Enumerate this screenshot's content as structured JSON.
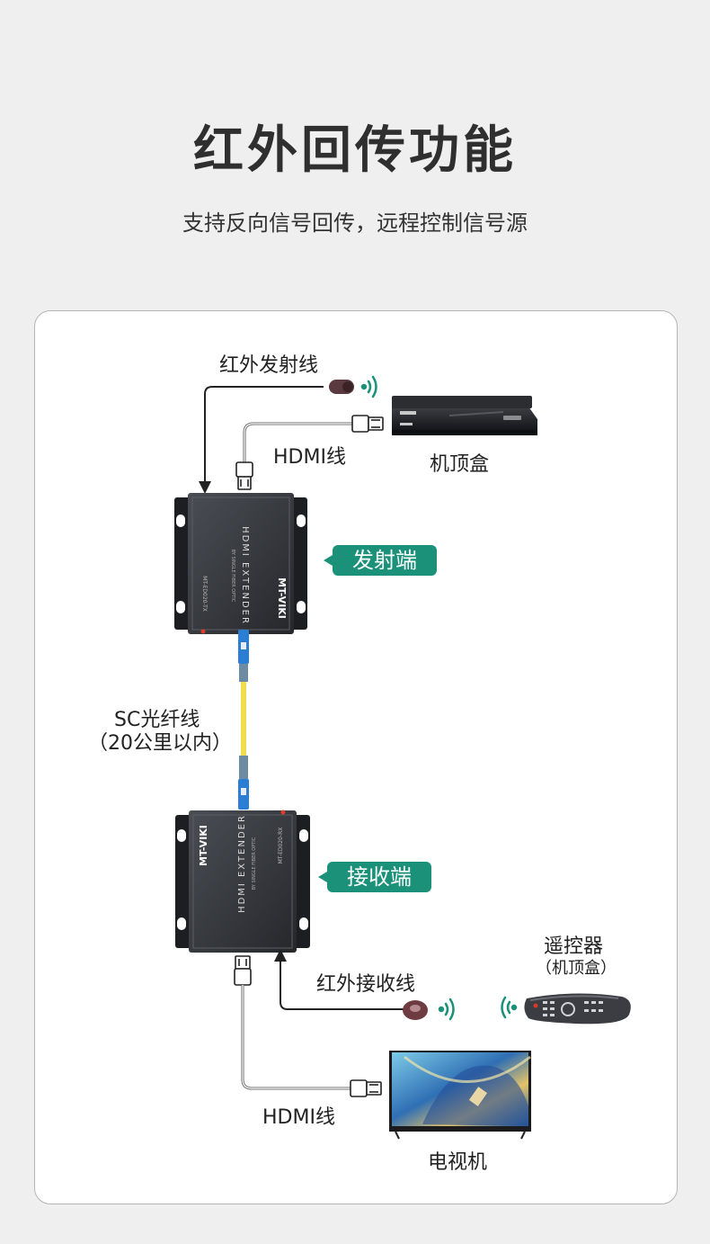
{
  "title": "红外回传功能",
  "subtitle": "支持反向信号回传，远程控制信号源",
  "labels": {
    "ir_emitter_cable": "红外发射线",
    "hdmi_cable_top": "HDMI线",
    "set_top_box": "机顶盒",
    "transmitter": "发射端",
    "fiber_line1": "SC光纤线",
    "fiber_line2": "（20公里以内）",
    "receiver": "接收端",
    "remote_line1": "遥控器",
    "remote_line2": "（机顶盒）",
    "ir_receiver_cable": "红外接收线",
    "hdmi_cable_bottom": "HDMI线",
    "tv": "电视机"
  },
  "device": {
    "brand": "MT-VIKI",
    "product": "HDMI EXTENDER",
    "product_sub": "BY SINGLE FIBER OPTIC",
    "model_tx": "MT-ED020-TX",
    "model_rx": "MT-ED020-RX"
  },
  "colors": {
    "accent": "#1a9178",
    "fiber": "#f2dc4e",
    "connector": "#2a7fd4",
    "device_body": "#3a3d42"
  }
}
